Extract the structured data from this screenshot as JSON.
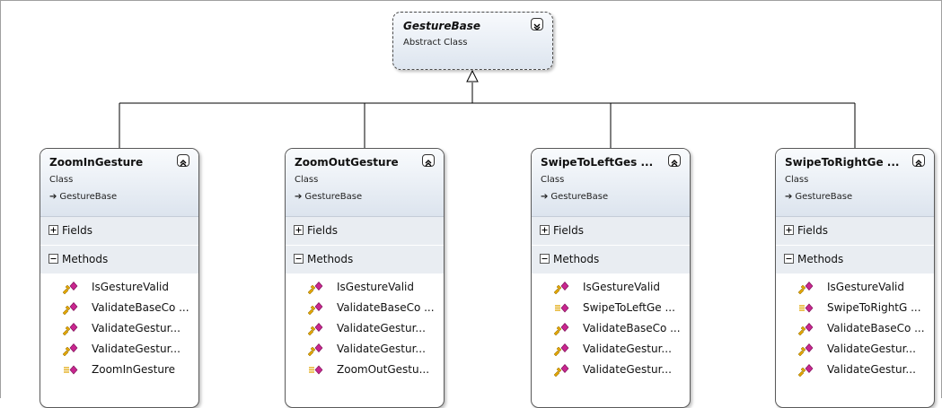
{
  "base": {
    "name": "GestureBase",
    "kind": "Abstract Class"
  },
  "classes": [
    {
      "name": "ZoomInGesture",
      "kind": "Class",
      "inherits": "GestureBase",
      "sections": [
        "Fields",
        "Methods"
      ],
      "methods": [
        {
          "name": "IsGestureValid",
          "icon": "protected-method-icon"
        },
        {
          "name": "ValidateBaseCo ...",
          "icon": "protected-method-icon"
        },
        {
          "name": "ValidateGestur...",
          "icon": "protected-method-icon"
        },
        {
          "name": "ValidateGestur...",
          "icon": "protected-method-icon"
        },
        {
          "name": "ZoomInGesture",
          "icon": "constructor-method-icon"
        }
      ]
    },
    {
      "name": "ZoomOutGesture",
      "kind": "Class",
      "inherits": "GestureBase",
      "sections": [
        "Fields",
        "Methods"
      ],
      "methods": [
        {
          "name": "IsGestureValid",
          "icon": "protected-method-icon"
        },
        {
          "name": "ValidateBaseCo ...",
          "icon": "protected-method-icon"
        },
        {
          "name": "ValidateGestur...",
          "icon": "protected-method-icon"
        },
        {
          "name": "ValidateGestur...",
          "icon": "protected-method-icon"
        },
        {
          "name": "ZoomOutGestu...",
          "icon": "constructor-method-icon"
        }
      ]
    },
    {
      "name": "SwipeToLeftGes ...",
      "kind": "Class",
      "inherits": "GestureBase",
      "sections": [
        "Fields",
        "Methods"
      ],
      "methods": [
        {
          "name": "IsGestureValid",
          "icon": "protected-method-icon"
        },
        {
          "name": "SwipeToLeftGe ...",
          "icon": "constructor-method-icon"
        },
        {
          "name": "ValidateBaseCo ...",
          "icon": "protected-method-icon"
        },
        {
          "name": "ValidateGestur...",
          "icon": "protected-method-icon"
        },
        {
          "name": "ValidateGestur...",
          "icon": "protected-method-icon"
        }
      ]
    },
    {
      "name": "SwipeToRightGe ...",
      "kind": "Class",
      "inherits": "GestureBase",
      "sections": [
        "Fields",
        "Methods"
      ],
      "methods": [
        {
          "name": "IsGestureValid",
          "icon": "protected-method-icon"
        },
        {
          "name": "SwipeToRightG ...",
          "icon": "constructor-method-icon"
        },
        {
          "name": "ValidateBaseCo ...",
          "icon": "protected-method-icon"
        },
        {
          "name": "ValidateGestur...",
          "icon": "protected-method-icon"
        },
        {
          "name": "ValidateGestur...",
          "icon": "protected-method-icon"
        }
      ]
    }
  ],
  "colors": {
    "method_magenta": "#c8268f",
    "method_gold": "#e0a400",
    "connector": "#000000"
  }
}
